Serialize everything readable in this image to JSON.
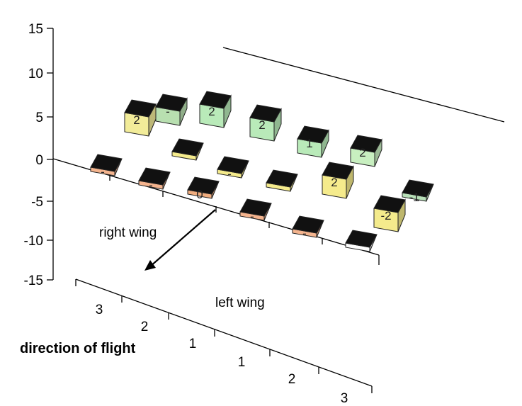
{
  "chart_data": {
    "type": "bar3d",
    "xlabel": "direction of flight",
    "annotations": [
      "right wing",
      "left wing"
    ],
    "zlim": [
      -15,
      15
    ],
    "z_ticks": [
      "15",
      "10",
      "5",
      "0",
      "-5",
      "-10",
      "-15"
    ],
    "x_ticks": [
      "3",
      "2",
      "1",
      "1",
      "2",
      "3"
    ],
    "rows": [
      {
        "cells": [
          {
            "value": 3,
            "label": "2",
            "color": "#f2ec99"
          },
          {
            "value": 2,
            "label": "-",
            "color": "#b8dfb0"
          },
          {
            "value": 3,
            "label": "2",
            "color": "#b9eab9"
          },
          {
            "value": 3,
            "label": "2",
            "color": "#b9eab9"
          },
          {
            "value": 2,
            "label": "1",
            "color": "#b9eab9"
          },
          {
            "value": 2,
            "label": "2",
            "color": "#c8efc0"
          }
        ]
      },
      {
        "cells": [
          {
            "value": 0,
            "label": "",
            "color": "#f5eb8c"
          },
          {
            "value": 0,
            "label": "-",
            "color": "#f5eb8c"
          },
          {
            "value": 0,
            "label": "",
            "color": "#f5eb8c"
          },
          {
            "value": 3,
            "label": "2",
            "color": "#f5eb8c"
          },
          {
            "value": 0,
            "label": "-1",
            "color": "#b7dfb7"
          }
        ]
      },
      {
        "cells": [
          {
            "value": 0,
            "label": "-",
            "color": "#f4b48e"
          },
          {
            "value": 0,
            "label": "-",
            "color": "#f4b48e"
          },
          {
            "value": 0,
            "label": "0",
            "color": "#f0ad7f"
          },
          {
            "value": 0,
            "label": "-",
            "color": "#f4b48e"
          },
          {
            "value": 0,
            "label": "-",
            "color": "#f4b48e"
          },
          {
            "value": 0,
            "label": "",
            "color": "#fcfcfc"
          }
        ]
      },
      {
        "cells": [
          {
            "value": 3,
            "label": "-2",
            "color": "#f4eb8c"
          }
        ]
      }
    ]
  }
}
